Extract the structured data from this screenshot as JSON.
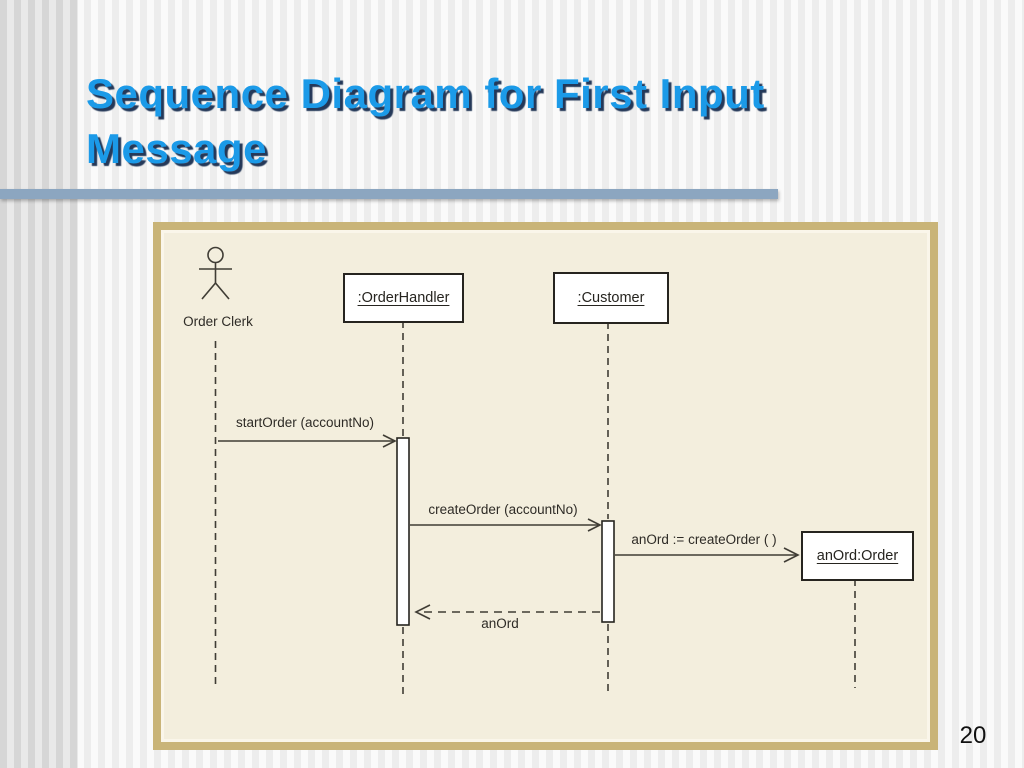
{
  "slide": {
    "title_lines": [
      "Sequence Diagram for First Input",
      "Message"
    ],
    "page_number": "20"
  },
  "diagram": {
    "type": "uml-sequence",
    "actor": {
      "label": "Order Clerk",
      "icon": "stick-figure"
    },
    "objects": [
      {
        "label": ":OrderHandler"
      },
      {
        "label": ":Customer"
      },
      {
        "label": "anOrd:Order"
      }
    ],
    "messages": [
      {
        "label": "startOrder (accountNo)",
        "from": "Order Clerk",
        "to": ":OrderHandler",
        "style": "solid"
      },
      {
        "label": "createOrder (accountNo)",
        "from": ":OrderHandler",
        "to": ":Customer",
        "style": "solid"
      },
      {
        "label": "anOrd := createOrder ( )",
        "from": ":Customer",
        "to": "anOrd:Order",
        "style": "solid"
      },
      {
        "label": "anOrd",
        "from": ":Customer",
        "to": ":OrderHandler",
        "style": "dashed-return"
      }
    ],
    "colors": {
      "title_text": "#1b9ae8",
      "title_shadow": "#12284b",
      "rule_blue": "#8ca6c0",
      "frame_border": "#c9b478",
      "canvas_background": "#f3eedd",
      "diagram_ink": "#403d35"
    }
  }
}
